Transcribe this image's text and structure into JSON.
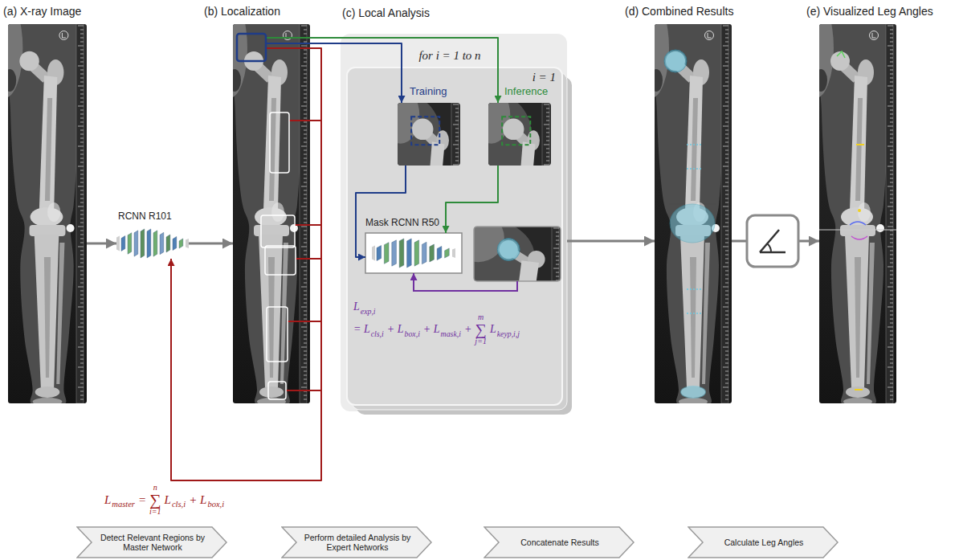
{
  "diagram": {
    "nodes": [
      {
        "text": [
          "(a) X-ray Image"
        ]
      },
      {
        "text": [
          "RCNN R101"
        ]
      },
      {
        "text": [
          "(b) Localization"
        ]
      },
      {
        "text": [
          "(c) Local Analysis",
          "for i = 1 to n"
        ]
      },
      {
        "text": [
          "i = 1"
        ],
        "in": 3
      },
      {
        "text": [
          "Training"
        ],
        "in": 4
      },
      {
        "text": [
          "Inference"
        ],
        "in": 4
      },
      {
        "text": [
          "Mask RCNN R50"
        ],
        "in": 4
      },
      {
        "text": [
          "(d) Combined Results"
        ]
      },
      {
        "text": [
          "(e) Visualized Leg Angles"
        ]
      },
      {
        "text": [
          "Detect Relevant Regions by Master Network"
        ]
      },
      {
        "text": [
          "Perform detailed Analysis by Expert Networks"
        ]
      },
      {
        "text": [
          "Concatenate Results"
        ]
      },
      {
        "text": [
          "Calculate Leg Angles"
        ]
      }
    ],
    "edges": [
      {
        "from": 0,
        "to": 1,
        "arrow": "to"
      },
      {
        "from": 1,
        "to": 2,
        "arrow": "to"
      },
      {
        "from": 2,
        "to": 1,
        "arrow": "to"
      },
      {
        "from": 2,
        "to": 5,
        "arrow": "to"
      },
      {
        "from": 2,
        "to": 6,
        "arrow": "to"
      },
      {
        "from": 5,
        "to": 7,
        "arrow": "to"
      },
      {
        "from": 6,
        "to": 7,
        "arrow": "to"
      },
      {
        "from": 3,
        "to": 8,
        "arrow": "to"
      },
      {
        "from": 8,
        "to": 9,
        "arrow": "to"
      }
    ],
    "labels": [
      "L",
      "exp,i",
      "= L",
      "cls,i",
      "+ L",
      "box,i",
      "+ L",
      "mask,i",
      "+",
      "m",
      "∑",
      "j=1",
      "L",
      "keyp,i,j",
      "L",
      "master",
      "=",
      "n",
      "∑",
      "i=1",
      "L",
      "cls,i",
      "+ L",
      "box,i"
    ]
  }
}
